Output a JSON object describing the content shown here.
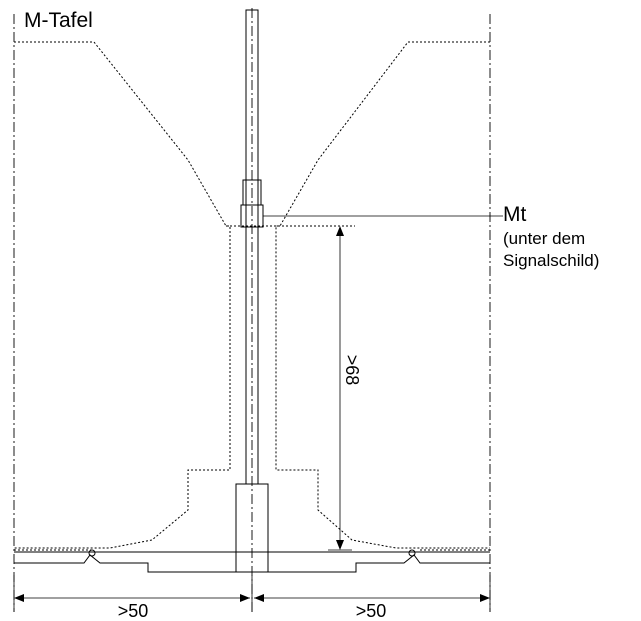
{
  "labels": {
    "sign_name": "M-Tafel",
    "part_name": "Mt",
    "part_note_line1": "(unter dem",
    "part_note_line2": "Signalschild)",
    "height_dim": ">68",
    "left_width_dim": ">50",
    "right_width_dim": ">50"
  }
}
